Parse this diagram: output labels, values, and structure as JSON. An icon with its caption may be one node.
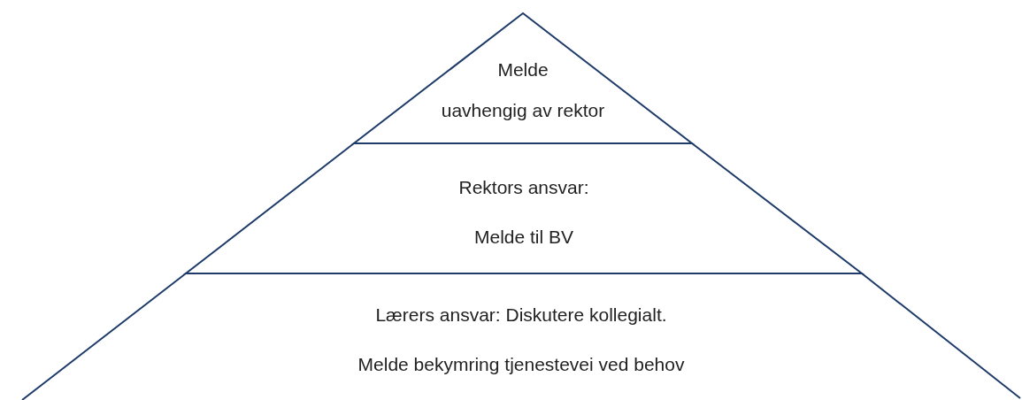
{
  "diagram": {
    "nodes": [
      {
        "text": [
          "Melde",
          "uavhengig av rektor"
        ]
      },
      {
        "text": [
          "Rektors ansvar:",
          "Melde til BV"
        ]
      },
      {
        "text": [
          "Lærers ansvar: Diskutere kollegialt.",
          "Melde bekymring tjenestevei ved behov"
        ]
      }
    ],
    "edges": []
  }
}
